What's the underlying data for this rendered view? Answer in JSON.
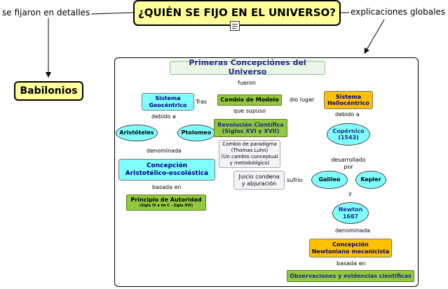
{
  "title": "¿QUIÉN SE FIJO EN EL UNIVERSO?",
  "left_link": "se fijaron en detalles",
  "right_link": "explicaciones globales",
  "babilonios": "Babilonios",
  "primeras": "Primeras Concepciónes del Universo",
  "fueron": "fueron",
  "geocentrico": [
    "Sistema",
    "Geocéntrico"
  ],
  "tras": "Tras",
  "cambio_modelo": "Cambio de Modelo",
  "dio_lugar": "dio lugar",
  "heliocentrico": [
    "Sistema",
    "Heliocéntrico"
  ],
  "debido_a_left": "debido a",
  "que_supuso": "que supuso",
  "debido_a_right": "debido a",
  "aristoteles": "Aristóteles",
  "ptolomeo": "Ptolomeo",
  "revolucion": [
    "Revolución Científica",
    "(Siglos XVI y XVII)"
  ],
  "copernico": [
    "Copérnico",
    "(1543)"
  ],
  "paradigma": [
    "Cambio de paradigma",
    "(Thomas Luhn)",
    "(Un cambio conceptual",
    "y metodológico)"
  ],
  "denominada_left": "denominada",
  "juicio": [
    "Juicio condena",
    "y abjuración"
  ],
  "sufrio": "sufrio",
  "desarrollado_por": [
    "desarrollado",
    "por"
  ],
  "concepcion_arist": [
    "Concepción",
    "Aristotélico-escolástica"
  ],
  "galileo": "Galileo",
  "kepler": "Kepler",
  "y": "y",
  "basada_en_left": "basada en",
  "principio": [
    "Principio de Autoridad",
    "(Siglo IV a de C - Siglo XVI)"
  ],
  "newton": [
    "Newton",
    "1687"
  ],
  "denominada_right": "denominada",
  "concepcion_newton": [
    "Concepción",
    "Newtoniano mecanicista"
  ],
  "basada_en_right": "basada en",
  "observaciones": "Observaciones y evidencias científicas",
  "colors": {
    "yellow": "#ffff99",
    "cyan": "#80ffff",
    "green": "#92c83e",
    "orange": "#ffc000",
    "pale_green": "#ebf7e6",
    "gray_box": "#f2f4f7"
  },
  "icons": [
    "document-icon"
  ]
}
